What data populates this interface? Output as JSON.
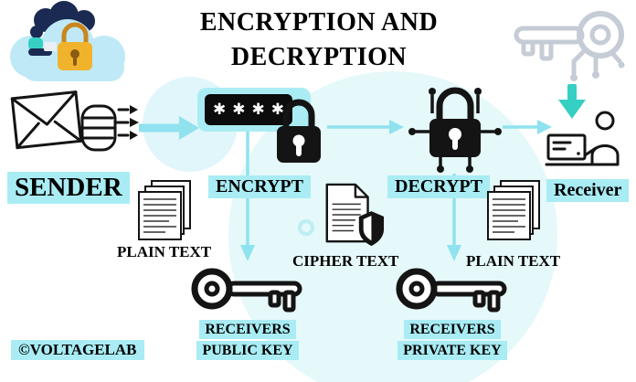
{
  "title": {
    "line1": "ENCRYPTION AND",
    "line2": "DECRYPTION"
  },
  "labels": {
    "sender": "SENDER",
    "encrypt": "ENCRYPT",
    "decrypt": "DECRYPT",
    "receiver": "Receiver",
    "plain_text_left": "PLAIN TEXT",
    "cipher_text": "CIPHER TEXT",
    "plain_text_right": "PLAIN TEXT",
    "public_key": {
      "line1": "RECEIVERS",
      "line2": "PUBLIC KEY"
    },
    "private_key": {
      "line1": "RECEIVERS",
      "line2": "PRIVATE KEY"
    }
  },
  "password_mask": "✱✱✱✱",
  "watermark": "©VOLTAGELAB",
  "icons": {
    "cloud_user_lock": "cloud-user-lock-illustration",
    "outline_key": "key-outline",
    "hand_envelope": "hand-sending-envelope",
    "password_field": "password-asterisks-box",
    "padlock": "closed-padlock",
    "circuit_padlock": "padlock-with-circuit-nodes",
    "documents": "stacked-documents",
    "document_shield": "document-with-shield",
    "key": "key",
    "person_computer": "person-at-computer",
    "download_arrow": "teal-download-arrow"
  },
  "colors": {
    "highlight": "#a9ecf4",
    "arrow": "#8fe2ee",
    "arrow_light": "#b9eef6",
    "teal": "#35cfc4",
    "navy": "#1a2a52",
    "gold": "#f2b32c",
    "gold_dark": "#c9861d",
    "cloud": "#bfe9f6",
    "gray": "#c5ccd6",
    "ink": "#121212"
  }
}
